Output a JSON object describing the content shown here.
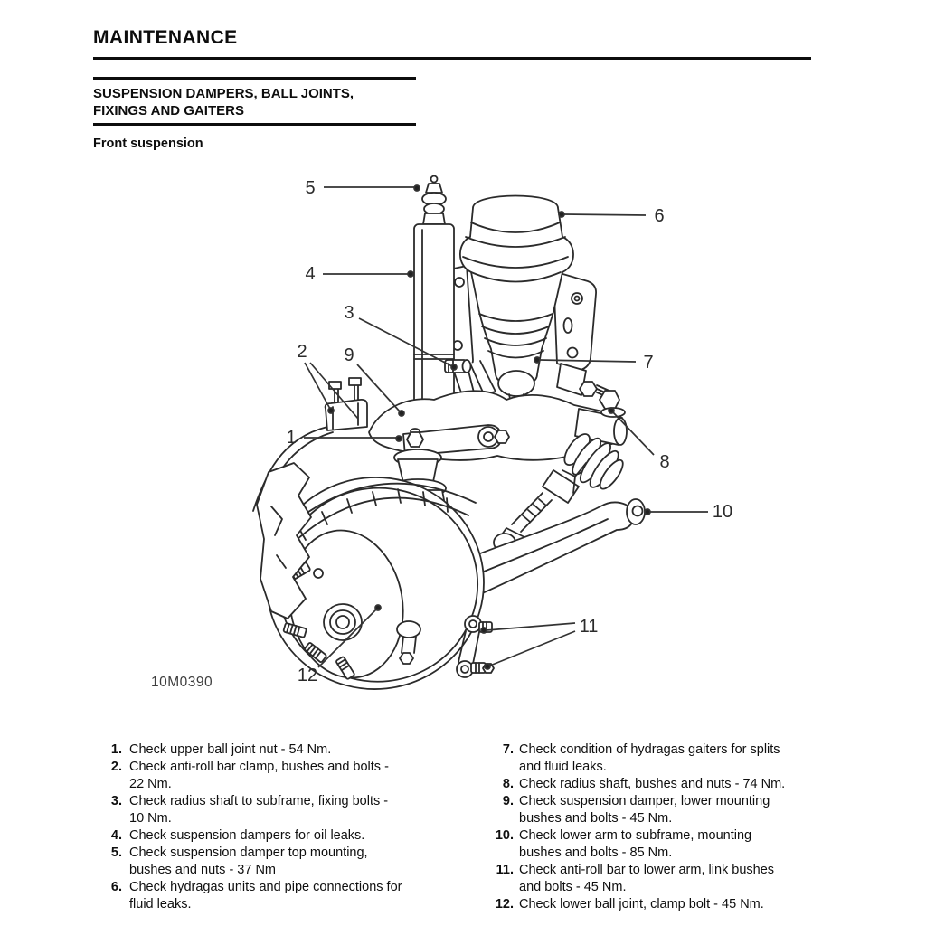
{
  "header": {
    "title": "MAINTENANCE"
  },
  "section": {
    "heading_line1": "SUSPENSION DAMPERS, BALL JOINTS,",
    "heading_line2": "FIXINGS AND GAITERS",
    "subheading": "Front suspension"
  },
  "figure": {
    "code": "10M0390",
    "callouts": [
      {
        "n": "1"
      },
      {
        "n": "2"
      },
      {
        "n": "3"
      },
      {
        "n": "4"
      },
      {
        "n": "5"
      },
      {
        "n": "6"
      },
      {
        "n": "7"
      },
      {
        "n": "8"
      },
      {
        "n": "9"
      },
      {
        "n": "10"
      },
      {
        "n": "11"
      },
      {
        "n": "12"
      }
    ]
  },
  "checklist": {
    "left": [
      {
        "num": "1.",
        "lines": [
          "Check upper ball joint nut - 54 Nm."
        ]
      },
      {
        "num": "2.",
        "lines": [
          "Check anti-roll bar clamp, bushes and bolts -",
          "22 Nm."
        ]
      },
      {
        "num": "3.",
        "lines": [
          "Check radius shaft to subframe, fixing bolts -",
          "10 Nm."
        ]
      },
      {
        "num": "4.",
        "lines": [
          "Check suspension dampers for oil leaks."
        ]
      },
      {
        "num": "5.",
        "lines": [
          "Check suspension damper top mounting,",
          "bushes and nuts - 37 Nm"
        ]
      },
      {
        "num": "6.",
        "lines": [
          "Check hydragas units and pipe connections for",
          "fluid leaks."
        ]
      }
    ],
    "right": [
      {
        "num": "7.",
        "lines": [
          "Check condition of hydragas gaiters for splits",
          "and fluid leaks."
        ]
      },
      {
        "num": "8.",
        "lines": [
          "Check radius shaft, bushes and nuts - 74 Nm."
        ]
      },
      {
        "num": "9.",
        "lines": [
          "Check suspension damper, lower mounting",
          "bushes and bolts - 45 Nm."
        ]
      },
      {
        "num": "10.",
        "lines": [
          "Check lower arm to subframe, mounting",
          "bushes and bolts - 85 Nm."
        ]
      },
      {
        "num": "11.",
        "lines": [
          "Check anti-roll bar to lower arm, link bushes",
          "and bolts - 45 Nm."
        ]
      },
      {
        "num": "12.",
        "lines": [
          "Check lower ball joint, clamp bolt - 45 Nm."
        ]
      }
    ]
  },
  "colors": {
    "paper": "#ffffff",
    "ink": "#111111",
    "drawing_line": "#2b2b2b"
  }
}
